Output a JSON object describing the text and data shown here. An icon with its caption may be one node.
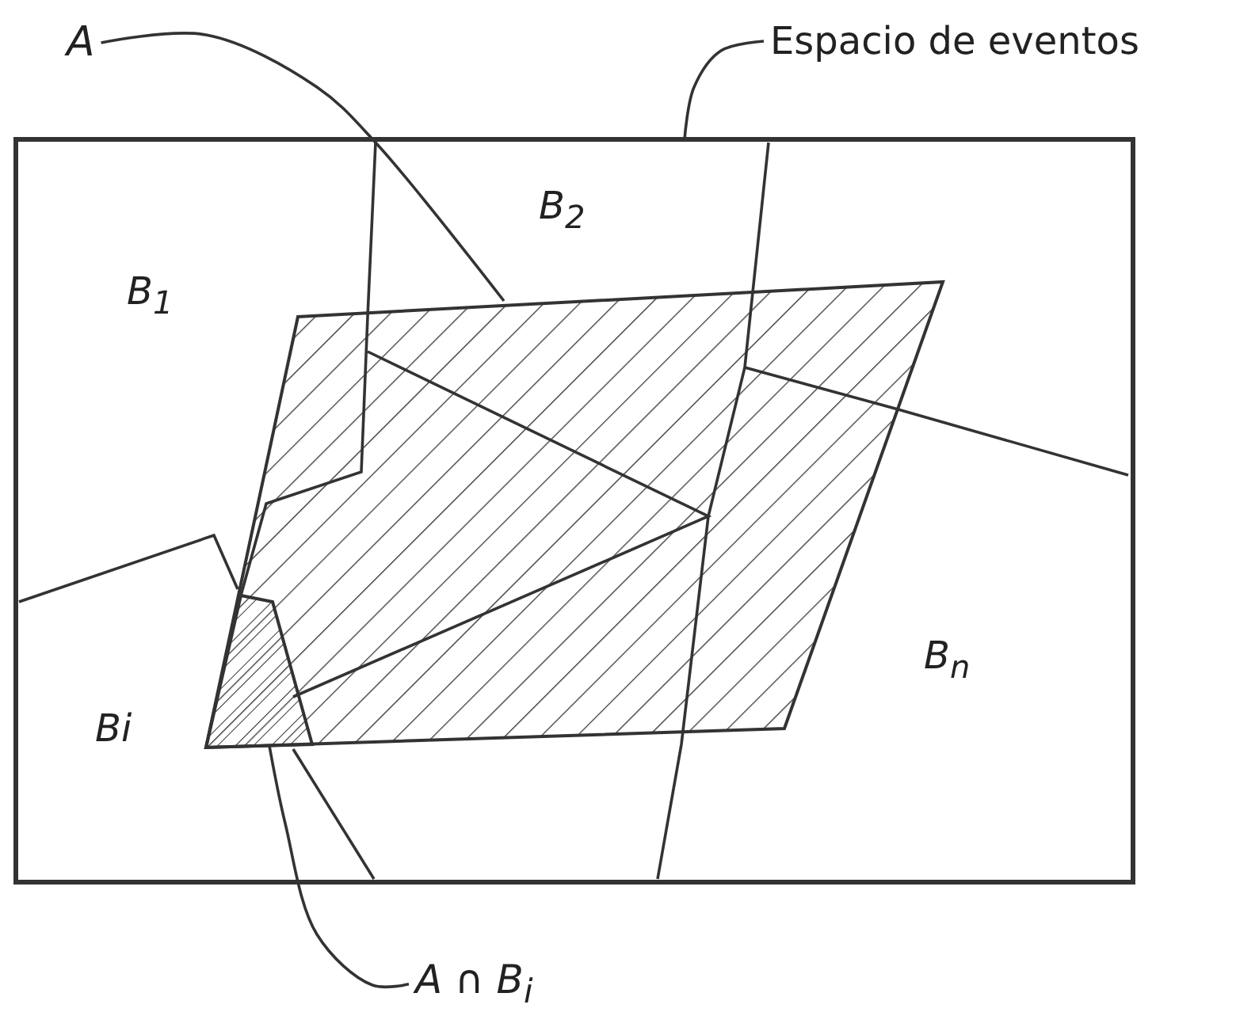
{
  "diagram": {
    "nodes": [
      {
        "text": [
          "A"
        ]
      },
      {
        "text": [
          "Espacio de eventos"
        ]
      },
      {
        "text": [
          "A ∩ B$_{i}$"
        ]
      },
      {
        "text": [],
        "shape": "box"
      },
      {
        "text": [],
        "shape": "parallelogram",
        "in": 3
      },
      {
        "text": [],
        "shape": "region",
        "in": 4
      }
    ],
    "edges": [
      {
        "from": 0,
        "to": 4,
        "arrow": "none"
      },
      {
        "from": 1,
        "to": 3,
        "arrow": "none"
      },
      {
        "from": 2,
        "to": 5,
        "arrow": "none"
      }
    ],
    "labels": [
      "B$_{2}$",
      "B$_{1}$",
      "B$_{n}$",
      "Bi"
    ]
  }
}
